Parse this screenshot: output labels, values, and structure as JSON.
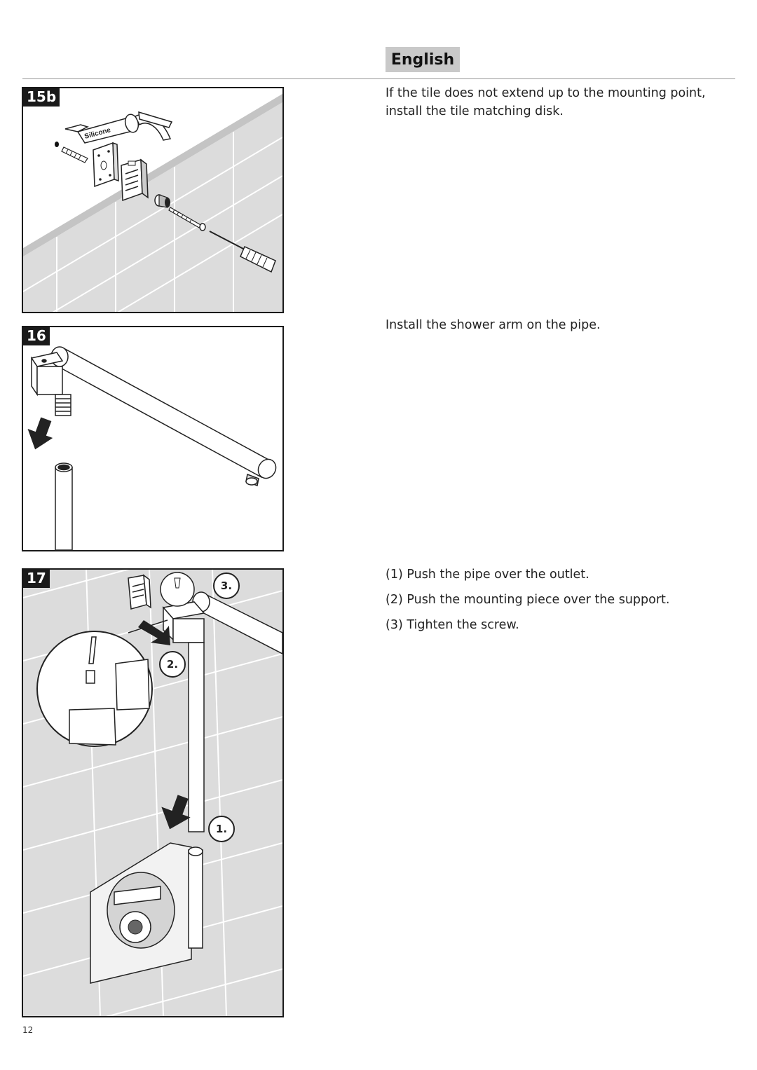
{
  "header": {
    "language": "English"
  },
  "steps": [
    {
      "id": "15b",
      "figure_label": "15b",
      "callouts": [
        "Silicone"
      ],
      "text": "If the tile does not extend up to the mounting point, install the tile matching disk."
    },
    {
      "id": "16",
      "figure_label": "16",
      "text": "Install the shower arm on the pipe."
    },
    {
      "id": "17",
      "figure_label": "17",
      "callouts": [
        "1.",
        "2.",
        "3."
      ],
      "instructions": [
        "(1) Push the pipe over the outlet.",
        "(2) Push the mounting piece over the support.",
        "(3) Tighten the screw."
      ]
    }
  ],
  "footer": {
    "page_number": "12"
  }
}
